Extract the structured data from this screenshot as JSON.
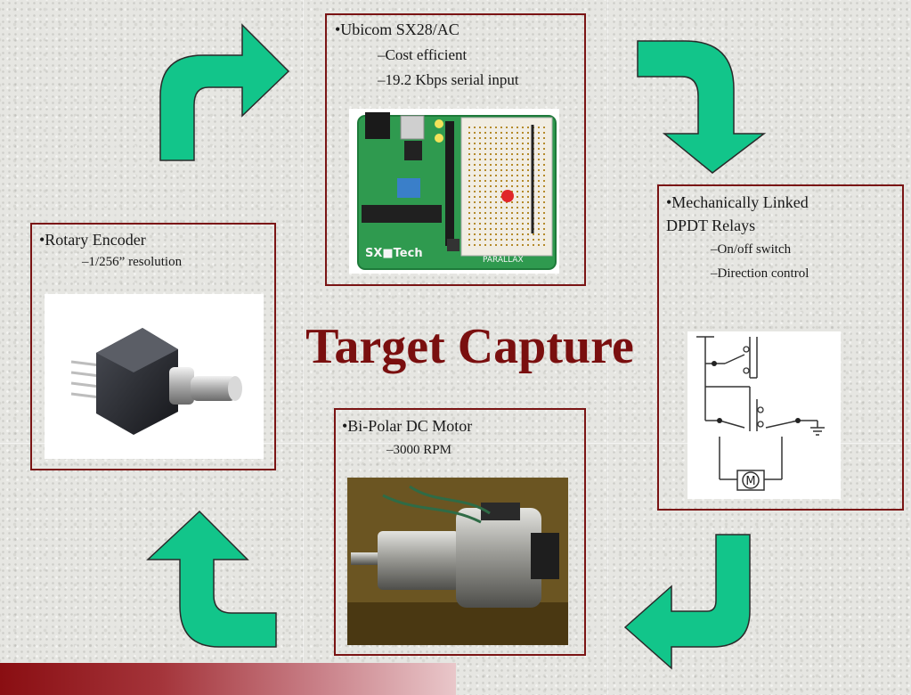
{
  "title": "Target Capture",
  "colors": {
    "accent": "#7a1414",
    "arrow": "#12c58a",
    "footer_start": "#8a0e12"
  },
  "microcontroller": {
    "heading": "•Ubicom SX28/AC",
    "points": [
      "–Cost efficient",
      "–19.2 Kbps serial input"
    ],
    "board_label": "SX■Tech",
    "board_brand": "PARALLAX"
  },
  "relays": {
    "heading_line1": "•Mechanically Linked",
    "heading_line2": "DPDT Relays",
    "points": [
      "–On/off switch",
      "–Direction control"
    ],
    "motor_symbol": "M"
  },
  "encoder": {
    "heading": "•Rotary Encoder",
    "points": [
      "–1/256” resolution"
    ]
  },
  "motor": {
    "heading": "•Bi-Polar DC Motor",
    "points": [
      "–3000 RPM"
    ]
  }
}
